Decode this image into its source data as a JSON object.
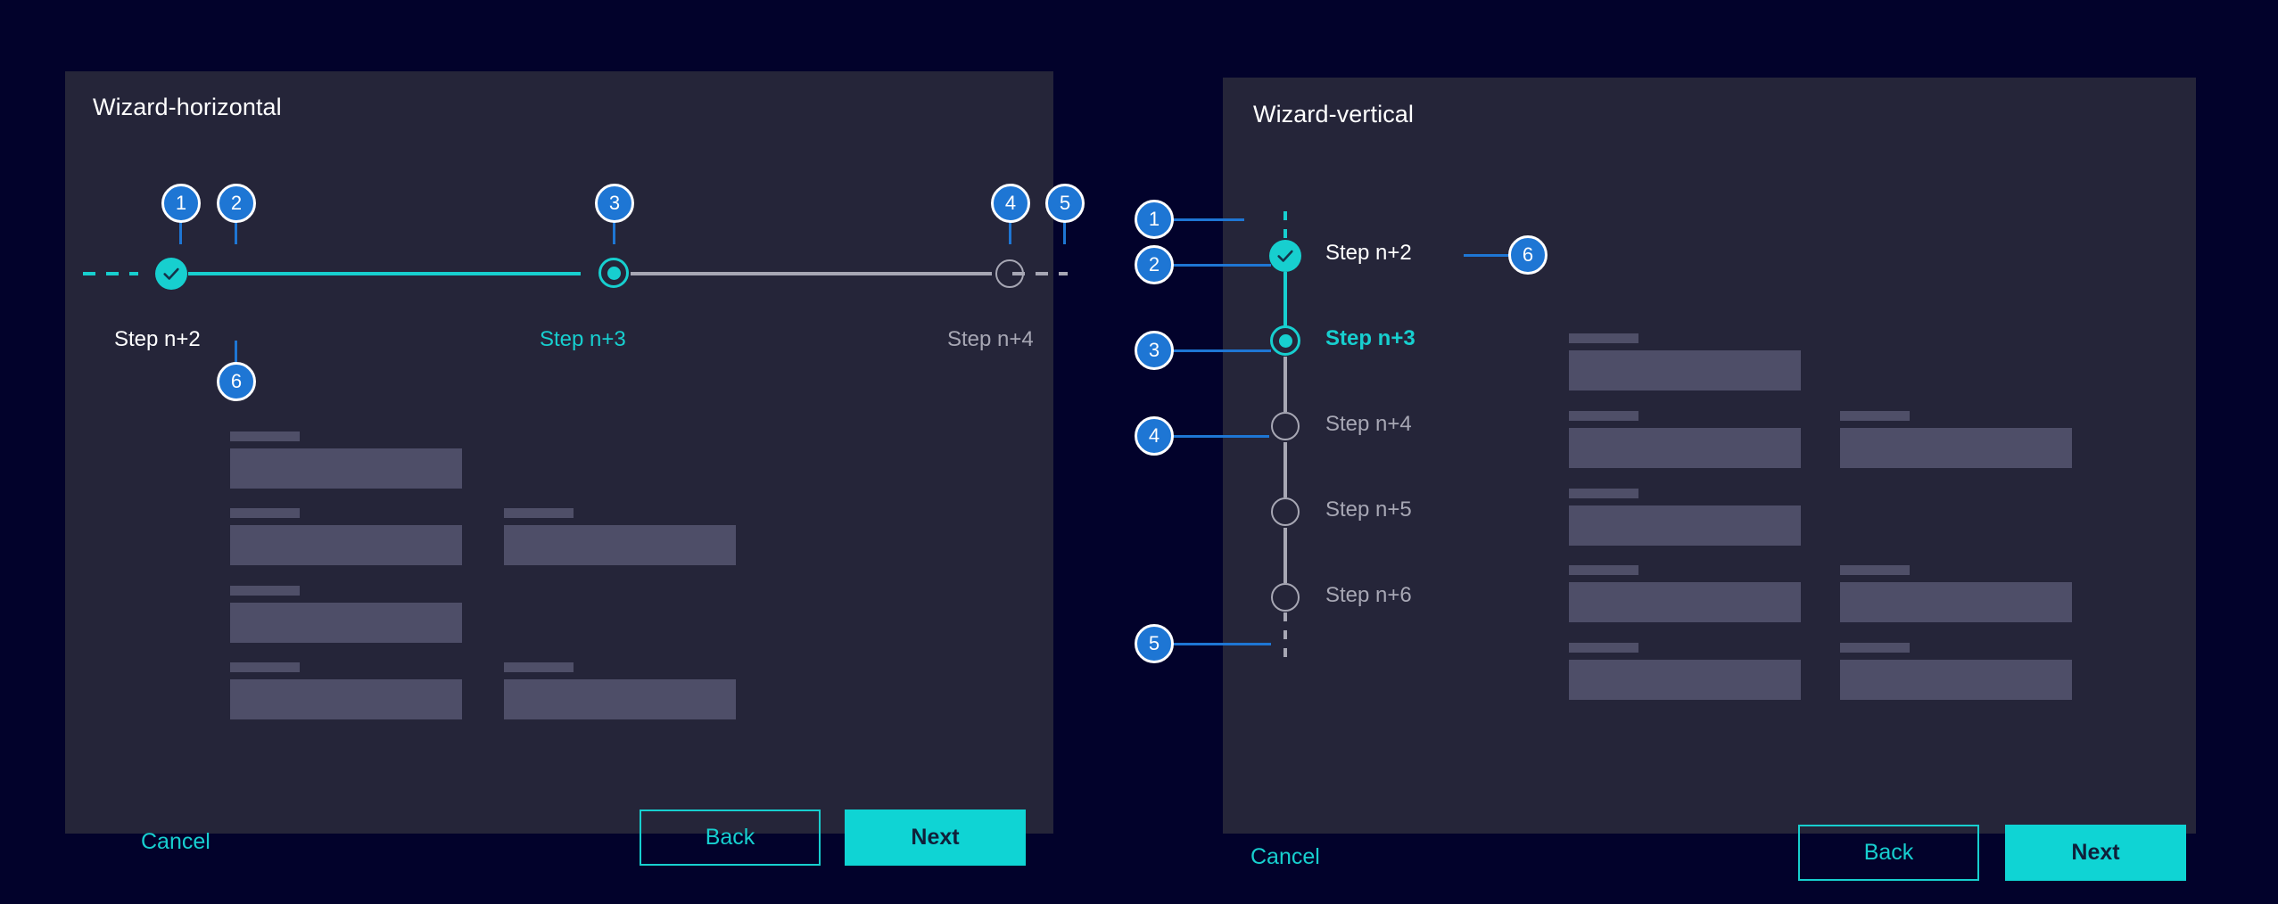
{
  "colors": {
    "page_background": "#02022b",
    "panel_background": "#252539",
    "accent_teal": "#17cfcf",
    "accent_blue": "#1e76d4",
    "muted_grey": "#a7a7b4",
    "skeleton": "#4e4e68",
    "text_white": "#ffffff"
  },
  "horizontal": {
    "title": "Wizard-horizontal",
    "steps": [
      {
        "label": "Step n+2",
        "state": "done"
      },
      {
        "label": "Step n+3",
        "state": "current"
      },
      {
        "label": "Step n+4",
        "state": "todo"
      }
    ],
    "annotations": [
      {
        "id": "1",
        "number": "1"
      },
      {
        "id": "2",
        "number": "2"
      },
      {
        "id": "3",
        "number": "3"
      },
      {
        "id": "4",
        "number": "4"
      },
      {
        "id": "5",
        "number": "5"
      },
      {
        "id": "6",
        "number": "6"
      }
    ],
    "footer": {
      "cancel_label": "Cancel",
      "back_label": "Back",
      "next_label": "Next"
    }
  },
  "vertical": {
    "title": "Wizard-vertical",
    "steps": [
      {
        "label": "Step n+2",
        "state": "done"
      },
      {
        "label": "Step n+3",
        "state": "current"
      },
      {
        "label": "Step n+4",
        "state": "todo"
      },
      {
        "label": "Step n+5",
        "state": "todo"
      },
      {
        "label": "Step n+6",
        "state": "todo"
      }
    ],
    "annotations": [
      {
        "id": "1",
        "number": "1"
      },
      {
        "id": "2",
        "number": "2"
      },
      {
        "id": "3",
        "number": "3"
      },
      {
        "id": "4",
        "number": "4"
      },
      {
        "id": "5",
        "number": "5"
      },
      {
        "id": "6",
        "number": "6"
      }
    ],
    "footer": {
      "cancel_label": "Cancel",
      "back_label": "Back",
      "next_label": "Next"
    }
  },
  "icons": {
    "check": "check-icon",
    "radio": "radio-dot-icon"
  }
}
